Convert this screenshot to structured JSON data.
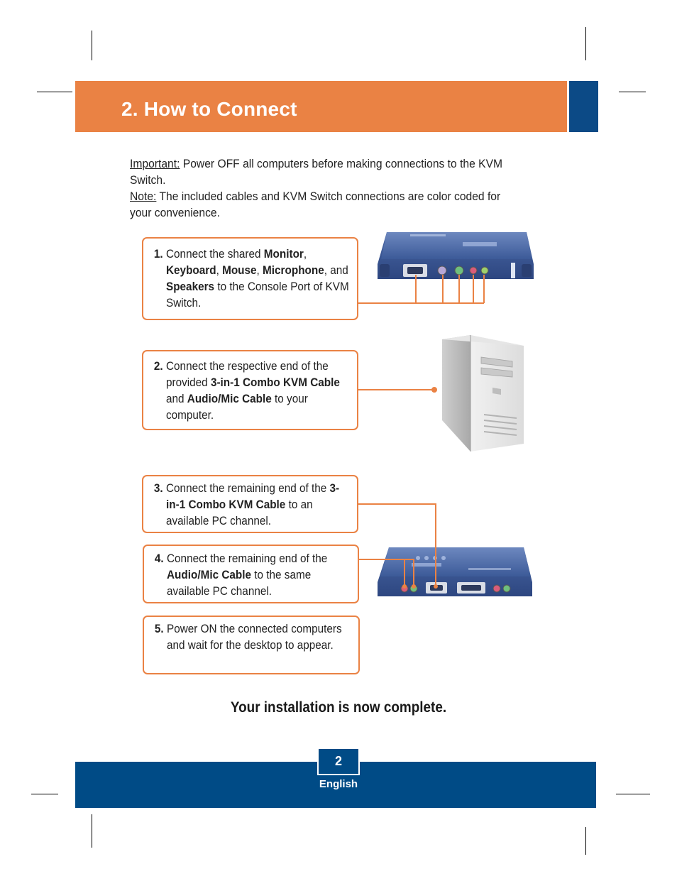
{
  "header": {
    "title": "2. How to Connect"
  },
  "intro": {
    "important_label": "Important:",
    "important_text": " Power OFF all computers before making connections to the KVM Switch.",
    "note_label": "Note:",
    "note_text": " The included cables and KVM Switch connections are color coded for your convenience."
  },
  "steps": [
    {
      "num": "1.",
      "parts": [
        "Connect the shared ",
        "Monitor",
        ", ",
        "Keyboard",
        ", ",
        "Mouse",
        ", ",
        "Microphone",
        ", and ",
        "Speakers",
        " to the Console Port of KVM Switch."
      ]
    },
    {
      "num": "2.",
      "parts": [
        "Connect the respective end of the provided ",
        "3-in-1 Combo KVM Cable",
        " and ",
        "Audio/Mic Cable",
        " to your computer."
      ]
    },
    {
      "num": "3.",
      "parts": [
        "Connect the remaining end of the ",
        "3-in-1 Combo KVM Cable",
        " to an available PC channel."
      ]
    },
    {
      "num": "4.",
      "parts": [
        "Connect the remaining end of the ",
        "Audio/Mic Cable",
        " to the same available PC channel."
      ]
    },
    {
      "num": "5.",
      "parts": [
        "Power ON the connected computers and wait for the desktop to appear."
      ]
    }
  ],
  "completion": "Your installation is now complete.",
  "footer": {
    "page_number": "2",
    "language": "English"
  },
  "colors": {
    "accent_orange": "#ea8244",
    "brand_blue": "#004b86",
    "device_blue": "#3f5e9c"
  }
}
